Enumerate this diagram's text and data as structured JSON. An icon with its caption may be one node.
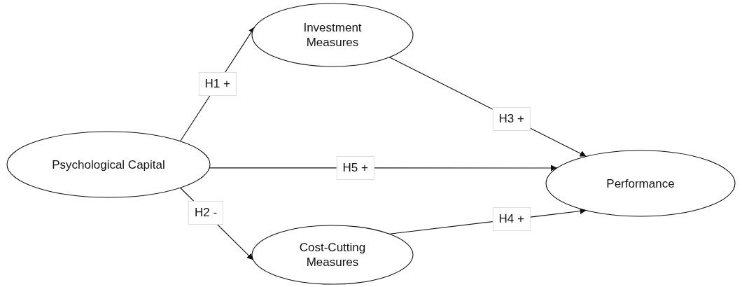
{
  "diagram": {
    "nodes": [
      {
        "text": [
          "Psychological Capital"
        ]
      },
      {
        "text": [
          "Investment Measures"
        ]
      },
      {
        "text": [
          "Performance"
        ]
      },
      {
        "text": [
          "Cost-Cutting Measures"
        ]
      }
    ],
    "edges": [
      {
        "from": 0,
        "to": 1,
        "arrow": "to",
        "label": "H1 +"
      },
      {
        "from": 1,
        "to": 2,
        "arrow": "to",
        "label": "H3 +"
      },
      {
        "from": 0,
        "to": 2,
        "arrow": "to",
        "label": "H5 +"
      },
      {
        "from": 0,
        "to": 3,
        "arrow": "to",
        "label": "H2 -"
      },
      {
        "from": 3,
        "to": 2,
        "arrow": "to",
        "label": "H4 +"
      }
    ]
  }
}
